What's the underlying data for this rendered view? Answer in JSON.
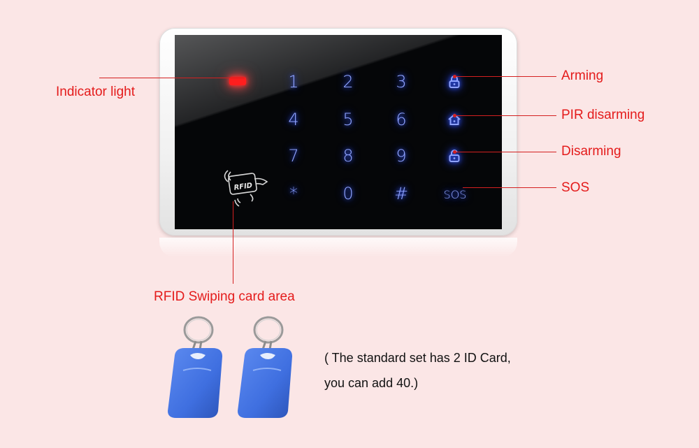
{
  "keypad": {
    "keys": [
      {
        "label": "1",
        "name": "key-1"
      },
      {
        "label": "2",
        "name": "key-2"
      },
      {
        "label": "3",
        "name": "key-3"
      },
      {
        "label": "4",
        "name": "key-4"
      },
      {
        "label": "5",
        "name": "key-5"
      },
      {
        "label": "6",
        "name": "key-6"
      },
      {
        "label": "7",
        "name": "key-7"
      },
      {
        "label": "8",
        "name": "key-8"
      },
      {
        "label": "9",
        "name": "key-9"
      },
      {
        "label": "*",
        "name": "key-star"
      },
      {
        "label": "0",
        "name": "key-0"
      },
      {
        "label": "#",
        "name": "key-hash"
      },
      {
        "label": "SOS",
        "name": "key-sos"
      }
    ],
    "icons": {
      "arming": "lock-closed-icon",
      "pir_disarming": "home-icon",
      "disarming": "lock-open-icon",
      "rfid": "rfid-card-icon",
      "indicator": "indicator-light-icon"
    },
    "rfid_text": "RFID",
    "glow_color": "#8fa3ff",
    "led_color": "#ff1e1e"
  },
  "callouts": {
    "indicator_light": "Indicator light",
    "arming": "Arming",
    "pir_disarming": "PIR disarming",
    "disarming": "Disarming",
    "sos": "SOS",
    "rfid_area": "RFID Swiping card area"
  },
  "note": {
    "line1": "( The standard set has 2 ID Card,",
    "line2": "you can add 40.)"
  },
  "colors": {
    "background": "#fbe6e6",
    "callout": "#e41b1b",
    "card_blue": "#3f6fe0"
  }
}
